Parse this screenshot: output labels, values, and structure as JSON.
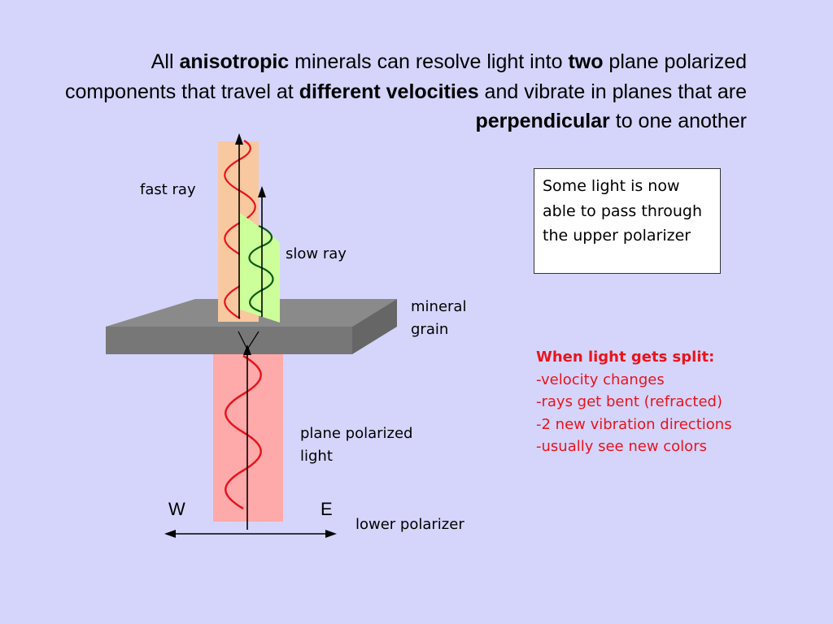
{
  "title": {
    "segments": [
      {
        "text": "All ",
        "bold": false
      },
      {
        "text": "anisotropic",
        "bold": true
      },
      {
        "text": " minerals can resolve light into ",
        "bold": false
      },
      {
        "text": "two",
        "bold": true
      },
      {
        "text": " plane polarized components that travel at ",
        "bold": false
      },
      {
        "text": "different velocities",
        "bold": true
      },
      {
        "text": " and vibrate in planes that are ",
        "bold": false
      },
      {
        "text": "perpendicular",
        "bold": true
      },
      {
        "text": "  to one another",
        "bold": false
      }
    ]
  },
  "labels": {
    "fast_ray": "fast ray",
    "slow_ray": "slow ray",
    "mineral_grain": "mineral grain",
    "plane_polarized_light": "plane polarized light",
    "west": "W",
    "east": "E",
    "lower_polarizer": "lower polarizer"
  },
  "info_box": {
    "text": "Some light is now able to pass through the upper polarizer"
  },
  "split_list": {
    "title": "When light gets split:",
    "items": [
      "-velocity changes",
      "-rays get bent (refracted)",
      "-2 new vibration directions",
      "-usually see new colors"
    ]
  },
  "colors": {
    "background": "#d5d5fb",
    "fast_plane": "#f8c8a0",
    "slow_plane": "#ccff99",
    "light_column": "#ffaaaa",
    "grain_top": "#8a8a8a",
    "grain_front": "#777777",
    "wave_red": "#e8141d",
    "wave_green": "#0a5a12",
    "split_text": "#e8141d"
  }
}
